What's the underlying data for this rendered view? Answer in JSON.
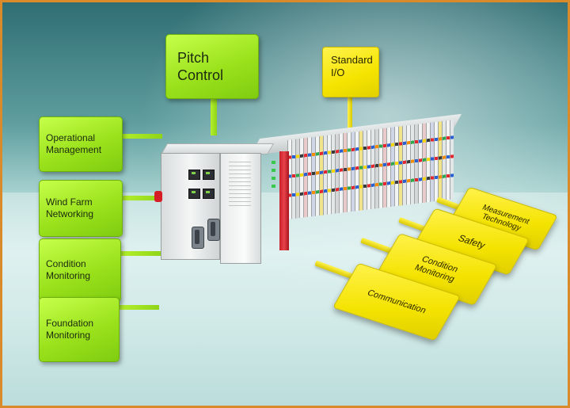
{
  "labels": {
    "pitch_control": "Pitch\nControl",
    "standard_io": "Standard\nI/O",
    "operational_management": "Operational\nManagement",
    "wind_farm_networking": "Wind Farm\nNetworking",
    "condition_monitoring_left": "Condition\nMonitoring",
    "foundation_monitoring": "Foundation\nMonitoring"
  },
  "tags": {
    "measurement_technology": "Measurement\nTechnology",
    "safety": "Safety",
    "condition_monitoring_right": "Condition\nMonitoring",
    "communication": "Communication"
  },
  "colors": {
    "green": "#9be21c",
    "yellow": "#f4e300",
    "border": "#d98a2b",
    "background_top": "#2f6e73"
  }
}
